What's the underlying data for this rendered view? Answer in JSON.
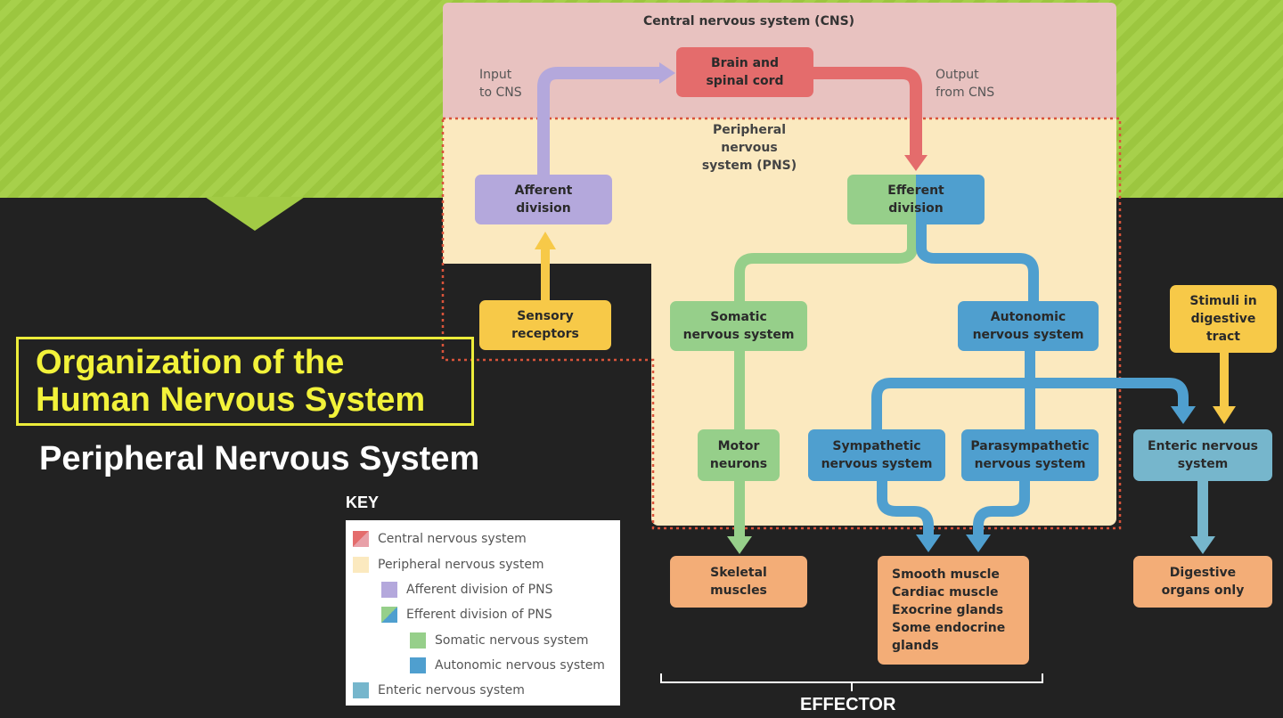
{
  "regions": {
    "cns_label": "Central nervous system (CNS)",
    "pns_label": "Peripheral nervous\nsystem (PNS)",
    "input_label": "Input\nto CNS",
    "output_label": "Output\nfrom CNS"
  },
  "nodes": {
    "brain": "Brain and\nspinal cord",
    "afferent": "Afferent\ndivision",
    "efferent": "Efferent\ndivision",
    "sensory": "Sensory\nreceptors",
    "somatic": "Somatic\nnervous system",
    "autonomic": "Autonomic\nnervous system",
    "motor": "Motor\nneurons",
    "sympathetic": "Sympathetic\nnervous system",
    "parasympathetic": "Parasympathetic\nnervous system",
    "stimuli": "Stimuli in\ndigestive\ntract",
    "enteric": "Enteric nervous\nsystem",
    "skeletal": "Skeletal\nmuscles",
    "smooth": "Smooth muscle\nCardiac muscle\nExocrine glands\nSome endocrine\n  glands",
    "digestive": "Digestive\norgans only"
  },
  "title": "Organization of the\nHuman Nervous System",
  "subtitle": "Peripheral Nervous System",
  "key": {
    "title": "KEY",
    "items": [
      "Central nervous system",
      "Peripheral nervous system",
      "Afferent division of PNS",
      "Efferent division of PNS",
      "Somatic nervous system",
      "Autonomic nervous system",
      "Enteric nervous system"
    ]
  },
  "effector_label": "EFFECTOR",
  "colors": {
    "cns": "#e46c6c",
    "pns": "#fbe9bf",
    "afferent": "#b4a8dc",
    "somatic": "#96cf8a",
    "autonomic": "#4f9fcf",
    "enteric": "#76b6cc",
    "sensory": "#f7c948",
    "effector": "#f3ad77",
    "background": "#222222",
    "accent_green": "#a2cb45",
    "title_yellow": "#f2f23a"
  }
}
